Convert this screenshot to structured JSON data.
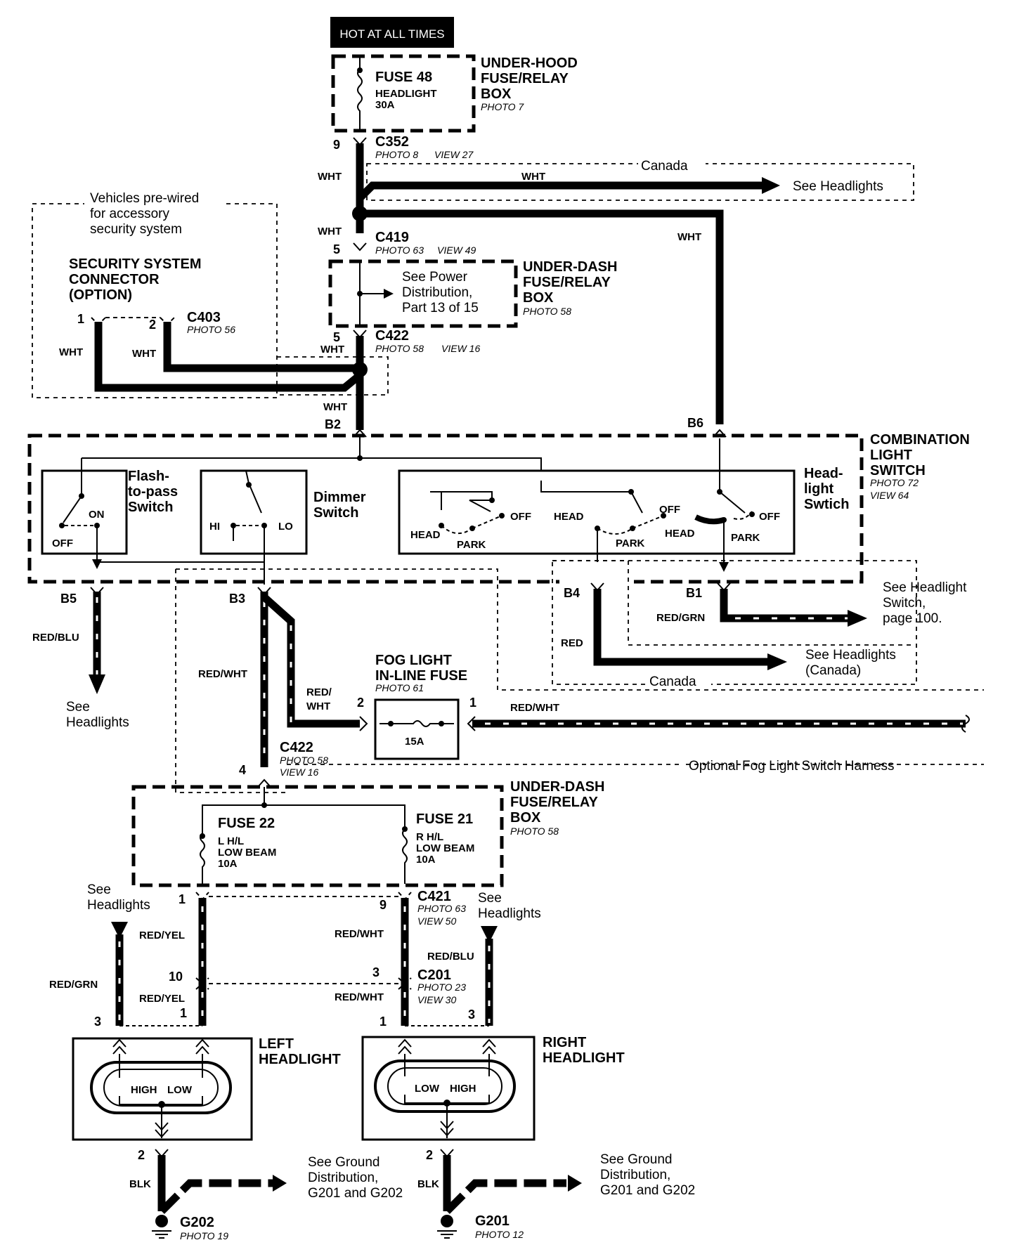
{
  "top_label": "HOT AT ALL TIMES",
  "underhood_box": {
    "title_lines": [
      "UNDER-HOOD",
      "FUSE/RELAY",
      "BOX"
    ],
    "photo": "PHOTO 7"
  },
  "fuse48": {
    "name": "FUSE 48",
    "desc": "HEADLIGHT",
    "rating": "30A"
  },
  "c352": {
    "pin": "9",
    "name": "C352",
    "photo": "PHOTO 8",
    "view": "VIEW 27"
  },
  "canada_top": {
    "label": "Canada",
    "wire": "WHT",
    "see": "See Headlights"
  },
  "wht_labels": [
    "WHT",
    "WHT",
    "WHT",
    "WHT",
    "WHT",
    "WHT",
    "WHT"
  ],
  "security_note": [
    "Vehicles pre-wired",
    "for accessory",
    "security system"
  ],
  "security_connector": {
    "title_lines": [
      "SECURITY SYSTEM",
      "CONNECTOR",
      "(OPTION)"
    ],
    "pin1": "1",
    "pin2": "2",
    "name": "C403",
    "photo": "PHOTO 56"
  },
  "c419": {
    "pin": "5",
    "name": "C419",
    "photo": "PHOTO 63",
    "view": "VIEW 49"
  },
  "underdash_box": {
    "title_lines": [
      "UNDER-DASH",
      "FUSE/RELAY",
      "BOX"
    ],
    "photo": "PHOTO 58",
    "see_lines": [
      "See Power",
      "Distribution,",
      "Part 13 of 15"
    ]
  },
  "c422_top": {
    "pin": "5",
    "name": "C422",
    "photo": "PHOTO 58",
    "view": "VIEW 16"
  },
  "b2": "B2",
  "b6": "B6",
  "combination_switch": {
    "title_lines": [
      "COMBINATION",
      "LIGHT",
      "SWITCH"
    ],
    "photo": "PHOTO 72",
    "view": "VIEW 64"
  },
  "flash_switch": {
    "name_lines": [
      "Flash-",
      "to-pass",
      "Switch"
    ],
    "on": "ON",
    "off": "OFF"
  },
  "dimmer_switch": {
    "name_lines": [
      "Dimmer",
      "Switch"
    ],
    "hi": "HI",
    "lo": "LO"
  },
  "headlight_switch": {
    "name_lines": [
      "Head-",
      "light",
      "Swtich"
    ],
    "head": "HEAD",
    "park": "PARK",
    "off": "OFF"
  },
  "b5": {
    "pin": "B5",
    "wire": "RED/BLU",
    "see_lines": [
      "See",
      "Headlights"
    ]
  },
  "b3": {
    "pin": "B3",
    "wire": "RED/WHT"
  },
  "b4": {
    "pin": "B4",
    "wire": "RED"
  },
  "b1": {
    "pin": "B1",
    "wire": "RED/GRN",
    "see_lines": [
      "See Headlight",
      "Switch,",
      "page 100."
    ]
  },
  "canada_b4": {
    "label": "Canada",
    "see_lines": [
      "See Headlights",
      "(Canada)"
    ]
  },
  "fog_fuse": {
    "title_lines": [
      "FOG LIGHT",
      "IN-LINE FUSE"
    ],
    "photo": "PHOTO 61",
    "rating": "15A",
    "pin2": "2",
    "pin1": "1",
    "wire_left": [
      "RED/",
      "WHT"
    ],
    "wire_right": "RED/WHT"
  },
  "optional_harness": "Optional Fog Light Switch Harness",
  "c422_bottom": {
    "pin": "4",
    "name": "C422",
    "photo": "PHOTO 58",
    "view": "VIEW 16"
  },
  "underdash_box2": {
    "title_lines": [
      "UNDER-DASH",
      "FUSE/RELAY",
      "BOX"
    ],
    "photo": "PHOTO 58"
  },
  "fuse22": {
    "name": "FUSE 22",
    "desc_lines": [
      "L H/L",
      "LOW BEAM"
    ],
    "rating": "10A"
  },
  "fuse21": {
    "name": "FUSE 21",
    "desc_lines": [
      "R H/L",
      "LOW BEAM"
    ],
    "rating": "10A"
  },
  "c421": {
    "pin_left": "1",
    "pin_right": "9",
    "name": "C421",
    "photo": "PHOTO 63",
    "view": "VIEW 50"
  },
  "left_side": {
    "see_lines": [
      "See",
      "Headlights"
    ],
    "wire_grn": "RED/GRN",
    "wire_yel1": "RED/YEL",
    "wire_yel2": "RED/YEL",
    "pin10": "10",
    "pin3": "3",
    "pin1": "1"
  },
  "right_side": {
    "see_lines": [
      "See",
      "Headlights"
    ],
    "wire_blu": "RED/BLU",
    "wire_wht1": "RED/WHT",
    "wire_wht2": "RED/WHT",
    "pin3c": "3",
    "pin1": "1",
    "pin3": "3"
  },
  "c201": {
    "name": "C201",
    "photo": "PHOTO 23",
    "view": "VIEW 30"
  },
  "left_headlight": {
    "title_lines": [
      "LEFT",
      "HEADLIGHT"
    ],
    "high": "HIGH",
    "low": "LOW",
    "pin2": "2",
    "wire": "BLK"
  },
  "right_headlight": {
    "title_lines": [
      "RIGHT",
      "HEADLIGHT"
    ],
    "high": "HIGH",
    "low": "LOW",
    "pin2": "2",
    "wire": "BLK"
  },
  "g202": {
    "name": "G202",
    "photo": "PHOTO 19",
    "see_lines": [
      "See Ground",
      "Distribution,",
      "G201 and G202"
    ]
  },
  "g201": {
    "name": "G201",
    "photo": "PHOTO 12",
    "see_lines": [
      "See Ground",
      "Distribution,",
      "G201 and G202"
    ]
  }
}
